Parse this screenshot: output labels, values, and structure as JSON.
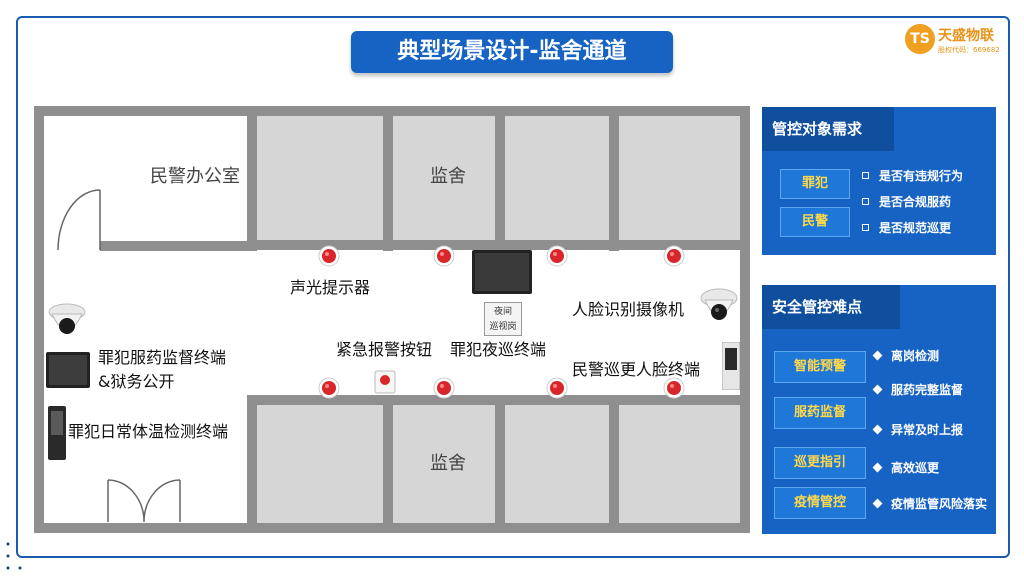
{
  "title": "典型场景设计-监舍通道",
  "logo": {
    "badge": "TS",
    "name": "天盛物联",
    "code": "股权代码：669682"
  },
  "floorplan": {
    "office_label": "民警办公室",
    "cell_top_label": "监舍",
    "cell_bottom_label": "监舍",
    "night_post_label": "夜间巡视岗",
    "labels": {
      "sound_light": "声光提示器",
      "face_camera": "人脸识别摄像机",
      "emergency_button": "紧急报警按钮",
      "night_patrol": "罪犯夜巡终端",
      "police_patrol": "民警巡更人脸终端",
      "medicine_terminal": "罪犯服药监督终端\n&狱务公开",
      "temperature_terminal": "罪犯日常体温检测终端"
    }
  },
  "panel_control": {
    "heading": "管控对象需求",
    "tags": [
      "罪犯",
      "民警"
    ],
    "items": [
      "是否有违规行为",
      "是否合规服药",
      "是否规范巡更"
    ]
  },
  "panel_safety": {
    "heading": "安全管控难点",
    "tags": [
      "智能预警",
      "服药监督",
      "巡更指引",
      "疫情管控"
    ],
    "items": [
      "离岗检测",
      "服药完整监督",
      "异常及时上报",
      "高效巡更",
      "疫情监管风险落实"
    ]
  },
  "colors": {
    "primary": "#1763c4",
    "dark": "#0f4f9e",
    "accent": "#ffd84a",
    "orange": "#f0a020",
    "wall": "#8f8f8f",
    "room": "#d6d6d6"
  }
}
